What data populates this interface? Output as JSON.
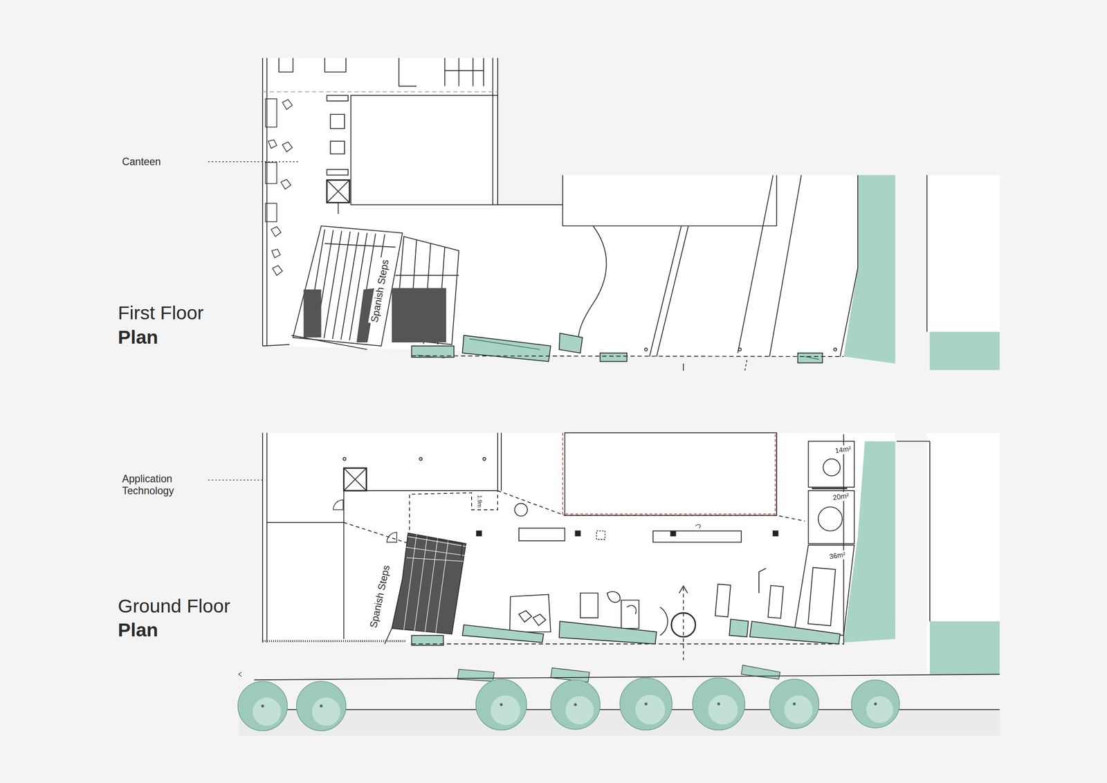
{
  "diagram": {
    "labels": [
      "Canteen",
      "First Floor",
      "Plan",
      "Spanish Steps",
      "Application Technology",
      "Ground Floor",
      "Plan",
      "Spanish Steps",
      "14m²",
      "20m²",
      "36m²",
      "1.9m"
    ]
  }
}
